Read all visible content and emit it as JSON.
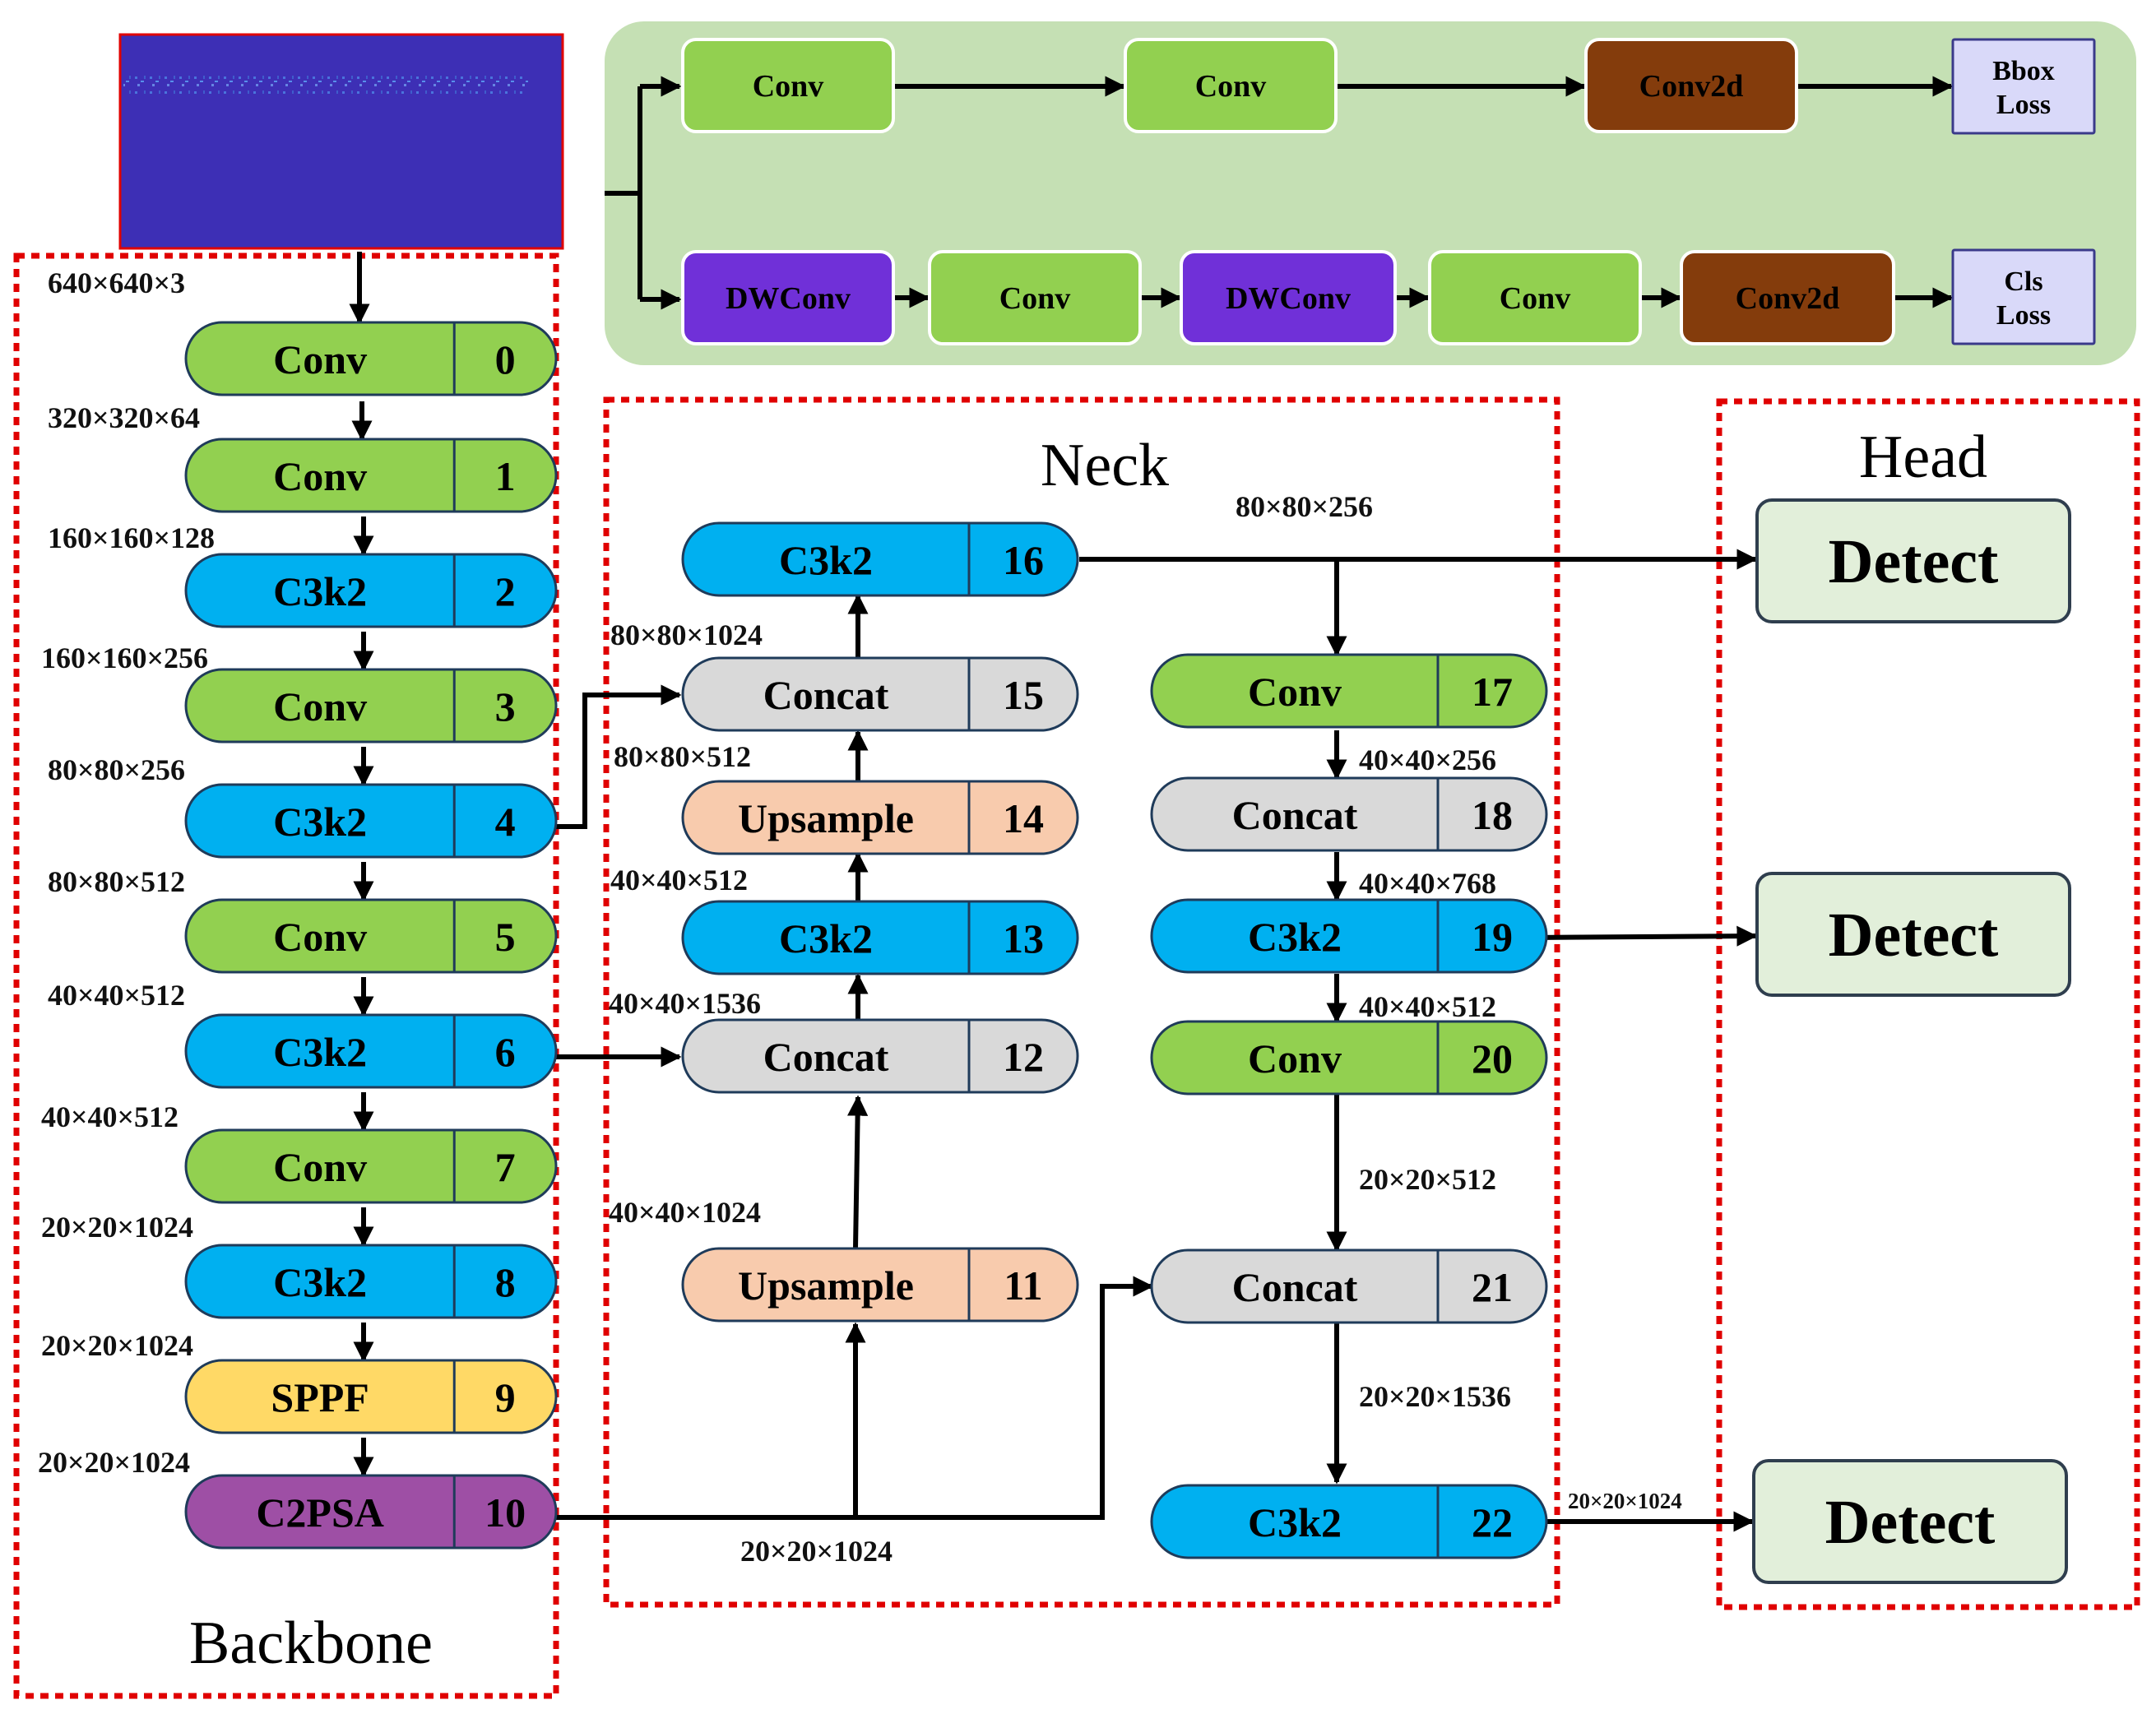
{
  "colors": {
    "conv": "#92d050",
    "c3k2": "#00b0f0",
    "concat": "#d9d9d9",
    "upsample": "#f8cbad",
    "sppf": "#ffd966",
    "c2psa": "#9e4fa5",
    "dwconv": "#7030d8",
    "conv2d": "#843c0c",
    "loss": "#d9d9f9",
    "detect": "#e2efda",
    "head_panel": "#c5e0b4",
    "section_border": "#e00000",
    "input_image": "#3d2fb5"
  },
  "sections": {
    "backbone": "Backbone",
    "neck": "Neck",
    "head": "Head"
  },
  "nodes": [
    {
      "id": "n0",
      "label": "Conv",
      "index": "0",
      "kind": "conv"
    },
    {
      "id": "n1",
      "label": "Conv",
      "index": "1",
      "kind": "conv"
    },
    {
      "id": "n2",
      "label": "C3k2",
      "index": "2",
      "kind": "c3k2"
    },
    {
      "id": "n3",
      "label": "Conv",
      "index": "3",
      "kind": "conv"
    },
    {
      "id": "n4",
      "label": "C3k2",
      "index": "4",
      "kind": "c3k2"
    },
    {
      "id": "n5",
      "label": "Conv",
      "index": "5",
      "kind": "conv"
    },
    {
      "id": "n6",
      "label": "C3k2",
      "index": "6",
      "kind": "c3k2"
    },
    {
      "id": "n7",
      "label": "Conv",
      "index": "7",
      "kind": "conv"
    },
    {
      "id": "n8",
      "label": "C3k2",
      "index": "8",
      "kind": "c3k2"
    },
    {
      "id": "n9",
      "label": "SPPF",
      "index": "9",
      "kind": "sppf"
    },
    {
      "id": "n10",
      "label": "C2PSA",
      "index": "10",
      "kind": "c2psa"
    },
    {
      "id": "n11",
      "label": "Upsample",
      "index": "11",
      "kind": "upsample"
    },
    {
      "id": "n12",
      "label": "Concat",
      "index": "12",
      "kind": "concat"
    },
    {
      "id": "n13",
      "label": "C3k2",
      "index": "13",
      "kind": "c3k2"
    },
    {
      "id": "n14",
      "label": "Upsample",
      "index": "14",
      "kind": "upsample"
    },
    {
      "id": "n15",
      "label": "Concat",
      "index": "15",
      "kind": "concat"
    },
    {
      "id": "n16",
      "label": "C3k2",
      "index": "16",
      "kind": "c3k2"
    },
    {
      "id": "n17",
      "label": "Conv",
      "index": "17",
      "kind": "conv"
    },
    {
      "id": "n18",
      "label": "Concat",
      "index": "18",
      "kind": "concat"
    },
    {
      "id": "n19",
      "label": "C3k2",
      "index": "19",
      "kind": "c3k2"
    },
    {
      "id": "n20",
      "label": "Conv",
      "index": "20",
      "kind": "conv"
    },
    {
      "id": "n21",
      "label": "Concat",
      "index": "21",
      "kind": "concat"
    },
    {
      "id": "n22",
      "label": "C3k2",
      "index": "22",
      "kind": "c3k2"
    }
  ],
  "detect": [
    {
      "id": "d1",
      "label": "Detect"
    },
    {
      "id": "d2",
      "label": "Detect"
    },
    {
      "id": "d3",
      "label": "Detect"
    }
  ],
  "head_blocks": [
    {
      "id": "h1",
      "label": "Conv",
      "kind": "conv"
    },
    {
      "id": "h2",
      "label": "Conv",
      "kind": "conv"
    },
    {
      "id": "h3",
      "label": "Conv2d",
      "kind": "conv2d"
    },
    {
      "id": "h4",
      "label": "Bbox\nLoss",
      "kind": "loss"
    },
    {
      "id": "h5",
      "label": "DWConv",
      "kind": "dwconv"
    },
    {
      "id": "h6",
      "label": "Conv",
      "kind": "conv"
    },
    {
      "id": "h7",
      "label": "DWConv",
      "kind": "dwconv"
    },
    {
      "id": "h8",
      "label": "Conv",
      "kind": "conv"
    },
    {
      "id": "h9",
      "label": "Conv2d",
      "kind": "conv2d"
    },
    {
      "id": "h10",
      "label": "Cls\nLoss",
      "kind": "loss"
    }
  ],
  "dims": [
    {
      "id": "t1",
      "text": "640×640×3"
    },
    {
      "id": "t2",
      "text": "320×320×64"
    },
    {
      "id": "t3",
      "text": "160×160×128"
    },
    {
      "id": "t4",
      "text": "160×160×256"
    },
    {
      "id": "t5",
      "text": "80×80×256"
    },
    {
      "id": "t6",
      "text": "80×80×512"
    },
    {
      "id": "t7",
      "text": "40×40×512"
    },
    {
      "id": "t8",
      "text": "40×40×512"
    },
    {
      "id": "t9",
      "text": "20×20×1024"
    },
    {
      "id": "t10",
      "text": "20×20×1024"
    },
    {
      "id": "t11",
      "text": "20×20×1024"
    },
    {
      "id": "t12",
      "text": "20×20×1024"
    },
    {
      "id": "t13",
      "text": "40×40×1024"
    },
    {
      "id": "t14",
      "text": "40×40×1536"
    },
    {
      "id": "t15",
      "text": "40×40×512"
    },
    {
      "id": "t16",
      "text": "80×80×512"
    },
    {
      "id": "t17",
      "text": "80×80×1024"
    },
    {
      "id": "t18",
      "text": "80×80×256"
    },
    {
      "id": "t19",
      "text": "40×40×256"
    },
    {
      "id": "t20",
      "text": "40×40×768"
    },
    {
      "id": "t21",
      "text": "40×40×512"
    },
    {
      "id": "t22",
      "text": "20×20×512"
    },
    {
      "id": "t23",
      "text": "20×20×1536"
    },
    {
      "id": "t24",
      "text": "20×20×1024"
    }
  ]
}
